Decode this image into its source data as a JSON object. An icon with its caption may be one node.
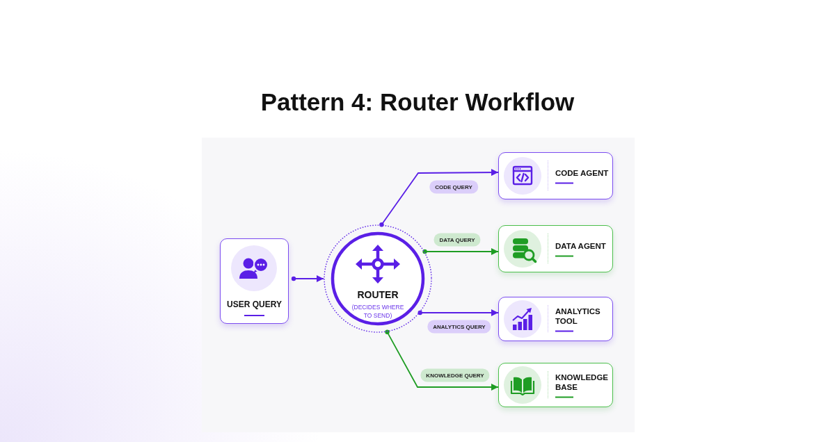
{
  "diagram": {
    "title": "Pattern 4: Router Workflow",
    "nodes": [
      {
        "text": [
          "USER QUERY"
        ]
      },
      {
        "text": [
          "ROUTER",
          "(DECIDES WHERE TO SEND)"
        ]
      },
      {
        "text": [
          "CODE AGENT"
        ]
      },
      {
        "text": [
          "DATA AGENT"
        ]
      },
      {
        "text": [
          "ANALYTICS TOOL"
        ]
      },
      {
        "text": [
          "KNOWLEDGE BASE"
        ]
      }
    ],
    "edges": [
      {
        "from": 0,
        "to": 1,
        "arrow": "to"
      },
      {
        "from": 1,
        "to": 2,
        "arrow": "to",
        "label": "CODE QUERY"
      },
      {
        "from": 1,
        "to": 3,
        "arrow": "to",
        "label": "DATA QUERY",
        "color": "#1f9d24"
      },
      {
        "from": 1,
        "to": 4,
        "arrow": "to",
        "label": "ANALYTICS QUERY"
      },
      {
        "from": 1,
        "to": 5,
        "arrow": "to",
        "label": "KNOWLEDGE QUERY",
        "color": "#1f9d24"
      }
    ]
  }
}
